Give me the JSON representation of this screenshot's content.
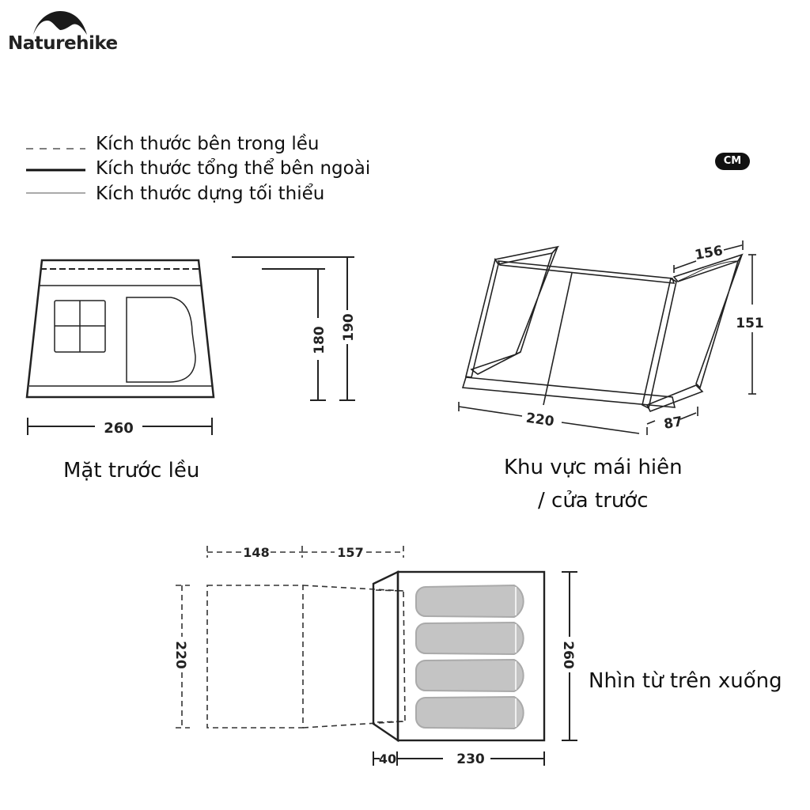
{
  "brand": {
    "name": "Naturehike",
    "logo_icon": "mountain-arc-icon"
  },
  "legend": {
    "items": [
      {
        "line_style": "dashed",
        "color": "#333333",
        "label": "Kích thước bên trong lều"
      },
      {
        "line_style": "solid",
        "color": "#111111",
        "label": "Kích thước tổng thể bên ngoài"
      },
      {
        "line_style": "solid-light",
        "color": "#aaaaaa",
        "label": "Kích thước dựng tối thiểu"
      }
    ]
  },
  "unit_badge": "CM",
  "views": {
    "front": {
      "caption": "Mặt trước lều",
      "width": "260",
      "inner_height": "180",
      "outer_height": "190"
    },
    "vestibule": {
      "caption_line1": "Khu vực mái hiên",
      "caption_line2": "/ cửa trước",
      "length": "220",
      "top_width": "156",
      "height": "151",
      "depth": "87"
    },
    "top": {
      "caption": "Nhìn từ trên xuống",
      "ext1_length": "148",
      "ext2_length": "157",
      "ext_width": "220",
      "tent_width": "260",
      "vestibule_depth": "40",
      "tent_length": "230",
      "sleeping_bags": 4
    }
  },
  "colors": {
    "line": "#111111",
    "sleeping_bag_fill": "#c4c4c4",
    "sleeping_bag_outline": "#aaaaaa"
  }
}
